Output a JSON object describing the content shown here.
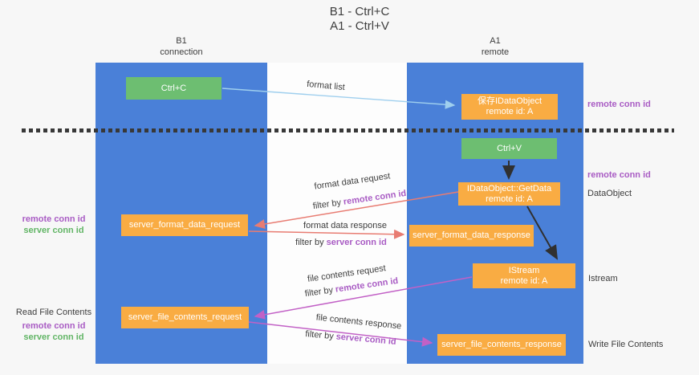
{
  "title": {
    "line1": "B1 - Ctrl+C",
    "line2": "A1 - Ctrl+V"
  },
  "left_column": {
    "header1": "B1",
    "header2": "connection"
  },
  "right_column": {
    "header1": "A1",
    "header2": "remote"
  },
  "boxes": {
    "ctrl_c": "Ctrl+C",
    "save_idataobject": {
      "line1": "保存IDataObject",
      "line2": "remote id: A"
    },
    "ctrl_v": "Ctrl+V",
    "getdata": {
      "line1": "IDataObject::GetData",
      "line2": "remote id: A"
    },
    "server_format_data_request": "server_format_data_request",
    "server_format_data_response": "server_format_data_response",
    "istream": {
      "line1": "IStream",
      "line2": "remote id: A"
    },
    "server_file_contents_request": "server_file_contents_request",
    "server_file_contents_response": "server_file_contents_response"
  },
  "arrow_labels": {
    "format_list": "format list",
    "format_data_request": "format data request",
    "format_data_response": "format data response",
    "file_contents_request": "file contents request",
    "file_contents_response": "file contents response",
    "filter_by": "filter by",
    "remote_conn_id": "remote conn id",
    "server_conn_id": "server conn id"
  },
  "side_labels": {
    "right_top_remote_conn_id": "remote conn id",
    "right_mid_remote_conn_id": "remote conn id",
    "dataobject": "DataObject",
    "istream": "Istream",
    "write_file_contents": "Write File Contents",
    "left_remote_conn_id": "remote conn id",
    "left_server_conn_id": "server conn id",
    "read_file_contents": "Read File Contents"
  },
  "colors": {
    "column_blue": "#4a80d8",
    "box_green": "#6dbe71",
    "box_orange": "#f9ac43",
    "arrow_lightblue": "#9fcfee",
    "arrow_salmon": "#e87c72",
    "arrow_magenta": "#c261c6",
    "arrow_black": "#303030",
    "label_purple": "#a95cc4",
    "label_green": "#62b566",
    "text_dark": "#3d3d3d",
    "page_background": "#f7f7f7"
  }
}
